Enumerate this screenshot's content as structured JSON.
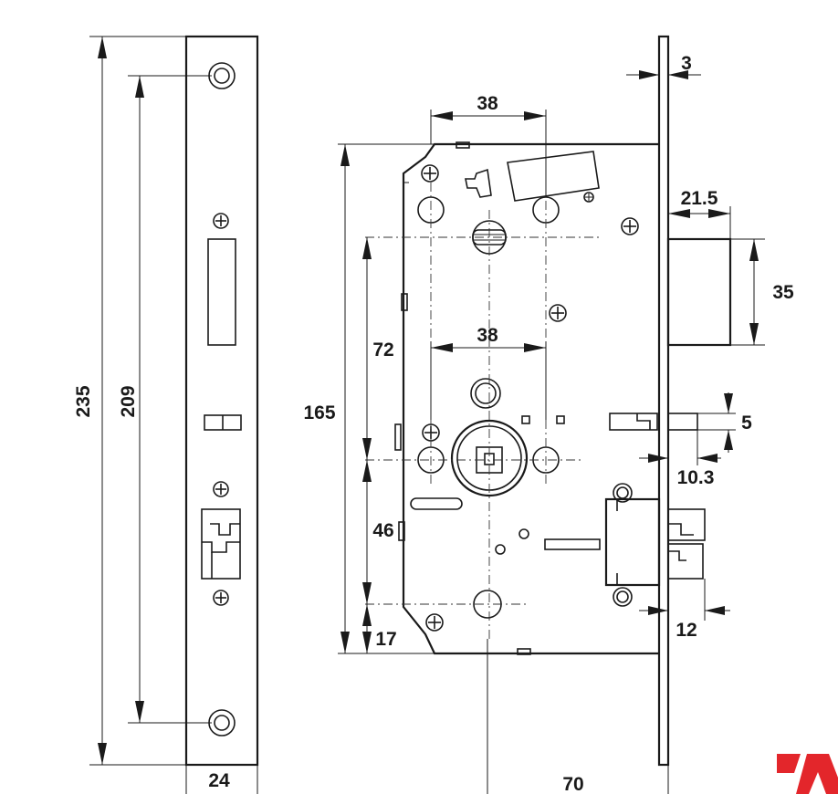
{
  "dimensions": {
    "forend_length": "235",
    "hole_spacing": "209",
    "forend_width": "24",
    "case_height": "165",
    "follower_to_cylinder": "72",
    "cylinder_to_lever": "46",
    "lever_to_bottom": "17",
    "top_spacing": "38",
    "mid_spacing": "38",
    "forend_thickness": "3",
    "deadbolt_projection": "21.5",
    "deadbolt_height": "35",
    "trigger_height": "5",
    "trigger_projection": "10.3",
    "latch_projection": "12",
    "backset": "70"
  },
  "colors": {
    "line": "#1a1a1a",
    "brand": "#e3262b"
  }
}
